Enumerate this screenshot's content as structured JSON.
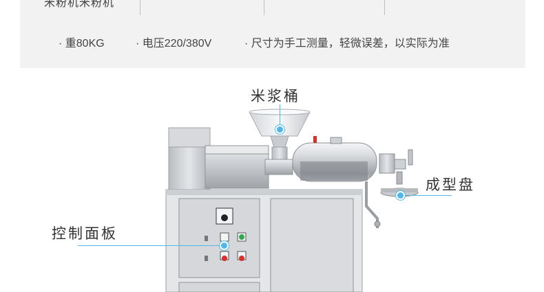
{
  "specs": {
    "top_text": "米粉机米粉机",
    "items": [
      "· 重80KG",
      "· 电压220/380V",
      "· 尺寸为手工测量，轻微误差，以实际为准"
    ]
  },
  "callouts": {
    "hopper": "米浆桶",
    "mold": "成型盘",
    "panel": "控制面板"
  },
  "colors": {
    "accent": "#4fb8e6",
    "panel_bg": "#f2f2f2",
    "indicator_green": "#2ea94c",
    "indicator_red": "#d9302c"
  }
}
